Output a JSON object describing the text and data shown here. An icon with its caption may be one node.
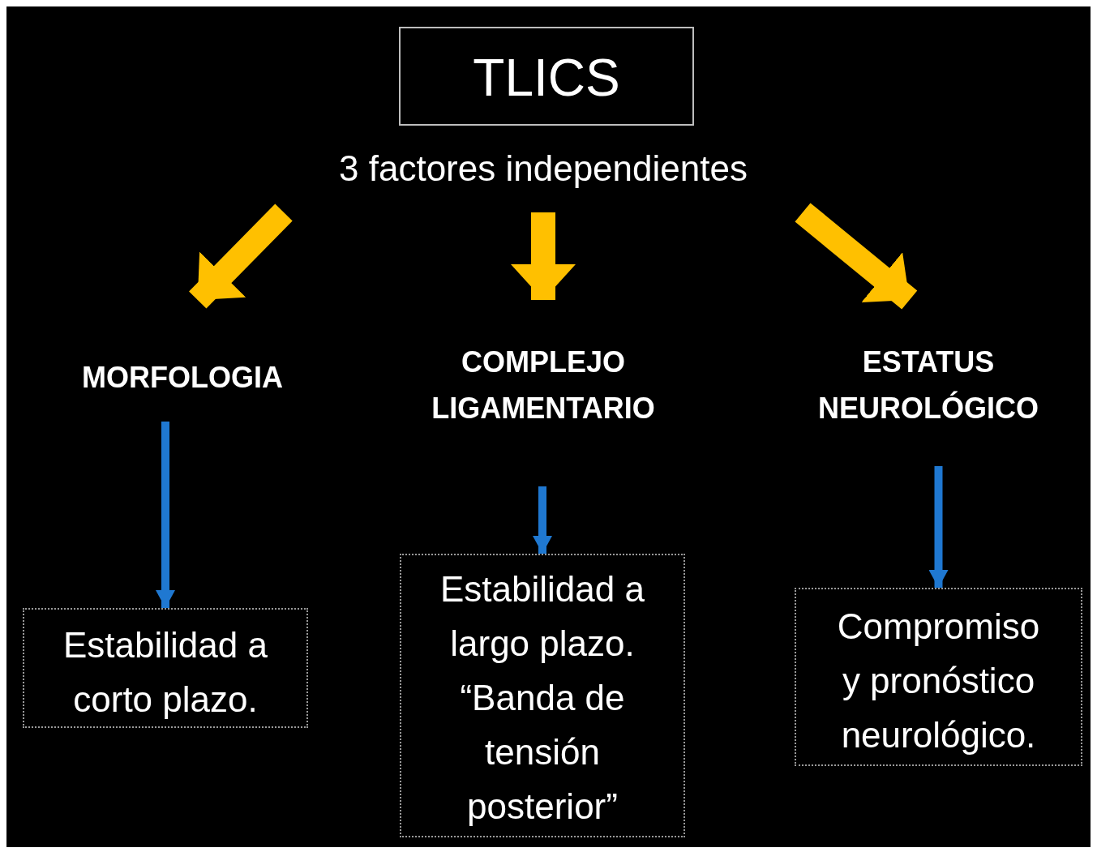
{
  "diagram": {
    "nodes": [
      {
        "text": [
          "TLICS"
        ]
      },
      {
        "text": [
          "3 factores independientes"
        ]
      },
      {
        "text": [
          "MORFOLOGIA"
        ]
      },
      {
        "text": [
          "COMPLEJO LIGAMENTARIO"
        ]
      },
      {
        "text": [
          "ESTATUS NEUROLÓGICO"
        ]
      },
      {
        "text": [
          "Estabilidad a corto plazo."
        ]
      },
      {
        "text": [
          "Estabilidad a largo plazo. “Banda de tensión posterior”"
        ]
      },
      {
        "text": [
          "Compromiso y pronóstico neurológico."
        ]
      }
    ],
    "edges": [
      {
        "from": 1,
        "to": 2,
        "arrow": "to",
        "style": "thick",
        "color": "#ffc000"
      },
      {
        "from": 1,
        "to": 3,
        "arrow": "to",
        "style": "thick",
        "color": "#ffc000"
      },
      {
        "from": 1,
        "to": 4,
        "arrow": "to",
        "style": "thick",
        "color": "#ffc000"
      },
      {
        "from": 2,
        "to": 5,
        "arrow": "to",
        "color": "#1f78d1"
      },
      {
        "from": 3,
        "to": 6,
        "arrow": "to",
        "color": "#1f78d1"
      },
      {
        "from": 4,
        "to": 7,
        "arrow": "to",
        "color": "#1f78d1"
      }
    ]
  }
}
